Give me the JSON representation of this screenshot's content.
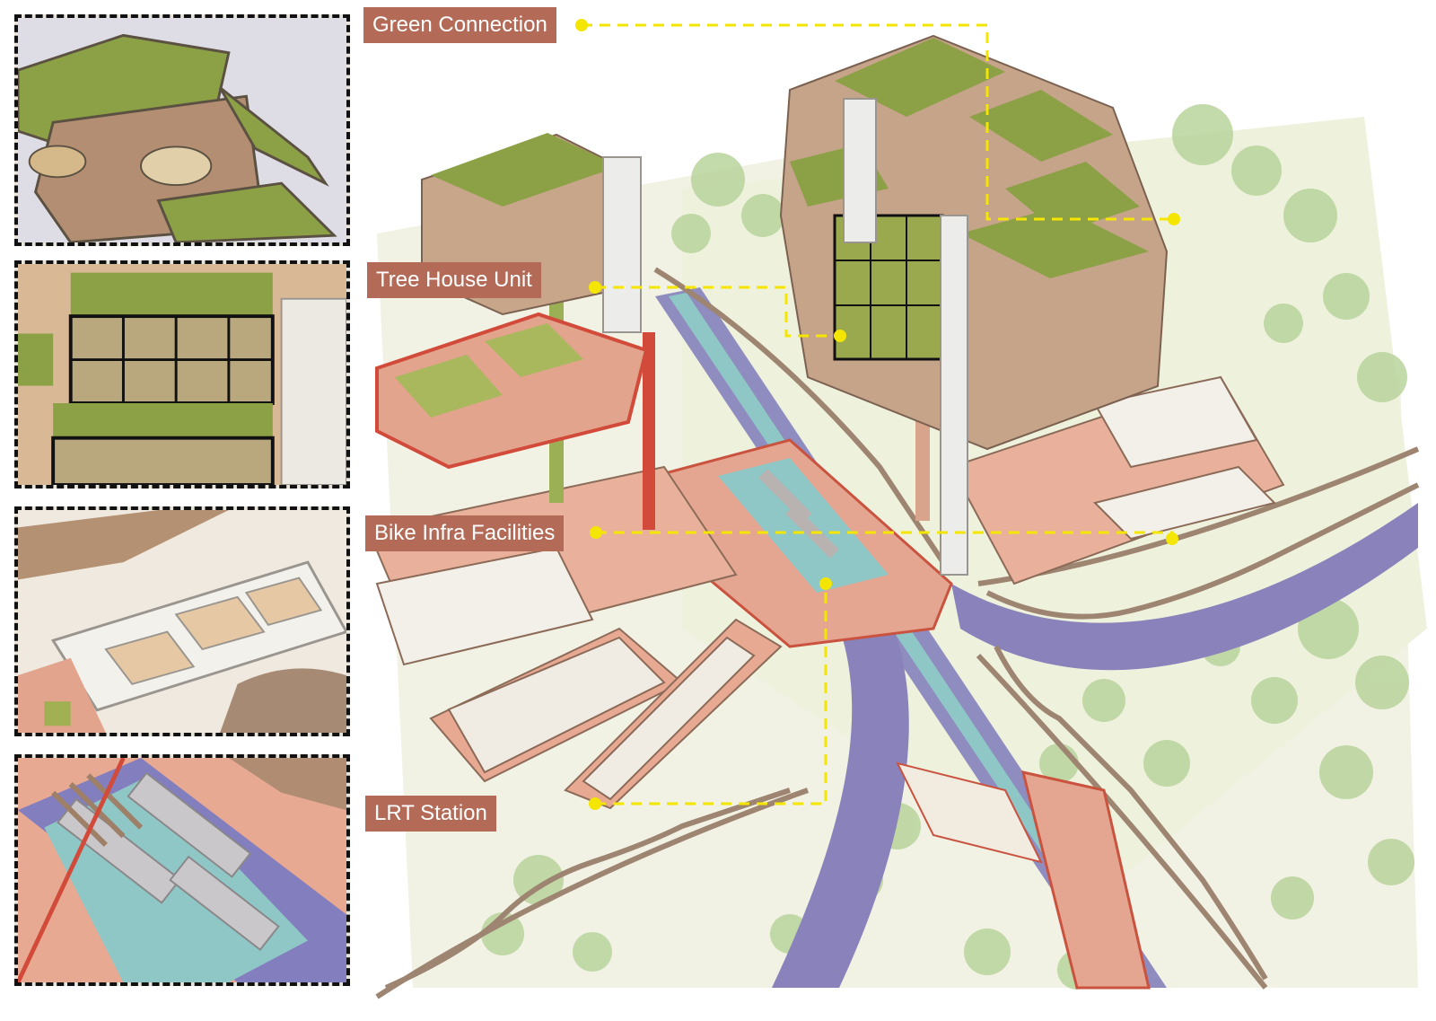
{
  "labels": {
    "green_connection": "Green Connection",
    "tree_house_unit": "Tree House Unit",
    "bike_infra": "Bike Infra Facilities",
    "lrt_station": "LRT Station"
  },
  "colors": {
    "label_bg": "#b36b58",
    "leader_line": "#f4e600",
    "green_roof": "#8ca046",
    "timber": "#a98a72",
    "deck": "#e2a48c",
    "rail": "#7d79b2",
    "water": "#8fc6c6",
    "red_frame": "#d24a3a",
    "trees": "#b7d39a"
  },
  "panels": [
    {
      "subject": "green-roof-detail"
    },
    {
      "subject": "tree-house-unit-detail"
    },
    {
      "subject": "bike-facility-detail"
    },
    {
      "subject": "lrt-station-detail"
    }
  ]
}
